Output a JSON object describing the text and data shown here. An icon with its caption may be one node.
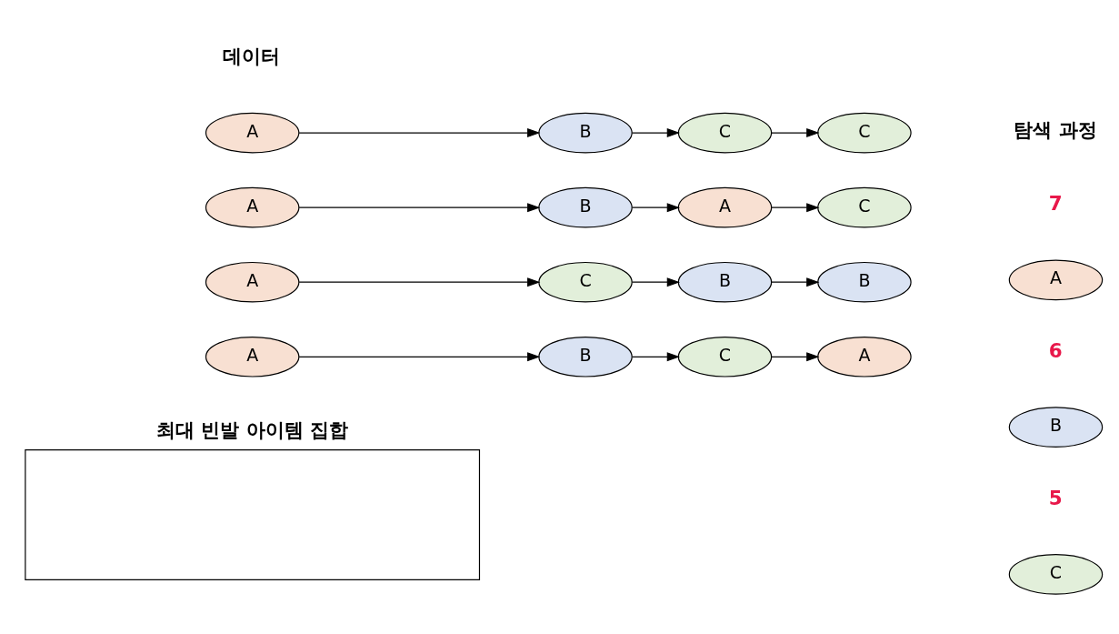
{
  "diagram": {
    "nodes": [
      {
        "text": [
          "A"
        ]
      },
      {
        "text": [
          "B"
        ]
      },
      {
        "text": [
          "C"
        ]
      },
      {
        "text": [
          "C"
        ]
      },
      {
        "text": [
          "A"
        ]
      },
      {
        "text": [
          "B"
        ]
      },
      {
        "text": [
          "A"
        ]
      },
      {
        "text": [
          "C"
        ]
      },
      {
        "text": [
          "A"
        ]
      },
      {
        "text": [
          "C"
        ]
      },
      {
        "text": [
          "B"
        ]
      },
      {
        "text": [
          "B"
        ]
      },
      {
        "text": [
          "A"
        ]
      },
      {
        "text": [
          "B"
        ]
      },
      {
        "text": [
          "C"
        ]
      },
      {
        "text": [
          "A"
        ]
      },
      {
        "text": [
          "최대 빈발 아이템 집합"
        ]
      },
      {
        "text": [
          "A"
        ],
        "beside": [
          "7"
        ]
      },
      {
        "text": [
          "B"
        ],
        "beside": [
          "6"
        ]
      },
      {
        "text": [
          "C"
        ],
        "beside": [
          "5"
        ]
      }
    ],
    "edges": [
      {
        "from": 0,
        "to": 1,
        "arrow": "to"
      },
      {
        "from": 1,
        "to": 2,
        "arrow": "to"
      },
      {
        "from": 2,
        "to": 3,
        "arrow": "to"
      },
      {
        "from": 4,
        "to": 5,
        "arrow": "to"
      },
      {
        "from": 5,
        "to": 6,
        "arrow": "to"
      },
      {
        "from": 6,
        "to": 7,
        "arrow": "to"
      },
      {
        "from": 8,
        "to": 9,
        "arrow": "to"
      },
      {
        "from": 9,
        "to": 10,
        "arrow": "to"
      },
      {
        "from": 10,
        "to": 11,
        "arrow": "to"
      },
      {
        "from": 12,
        "to": 13,
        "arrow": "to"
      },
      {
        "from": 13,
        "to": 14,
        "arrow": "to"
      },
      {
        "from": 14,
        "to": 15,
        "arrow": "to"
      }
    ],
    "labels": [
      "데이터",
      "탐색 과정"
    ]
  }
}
